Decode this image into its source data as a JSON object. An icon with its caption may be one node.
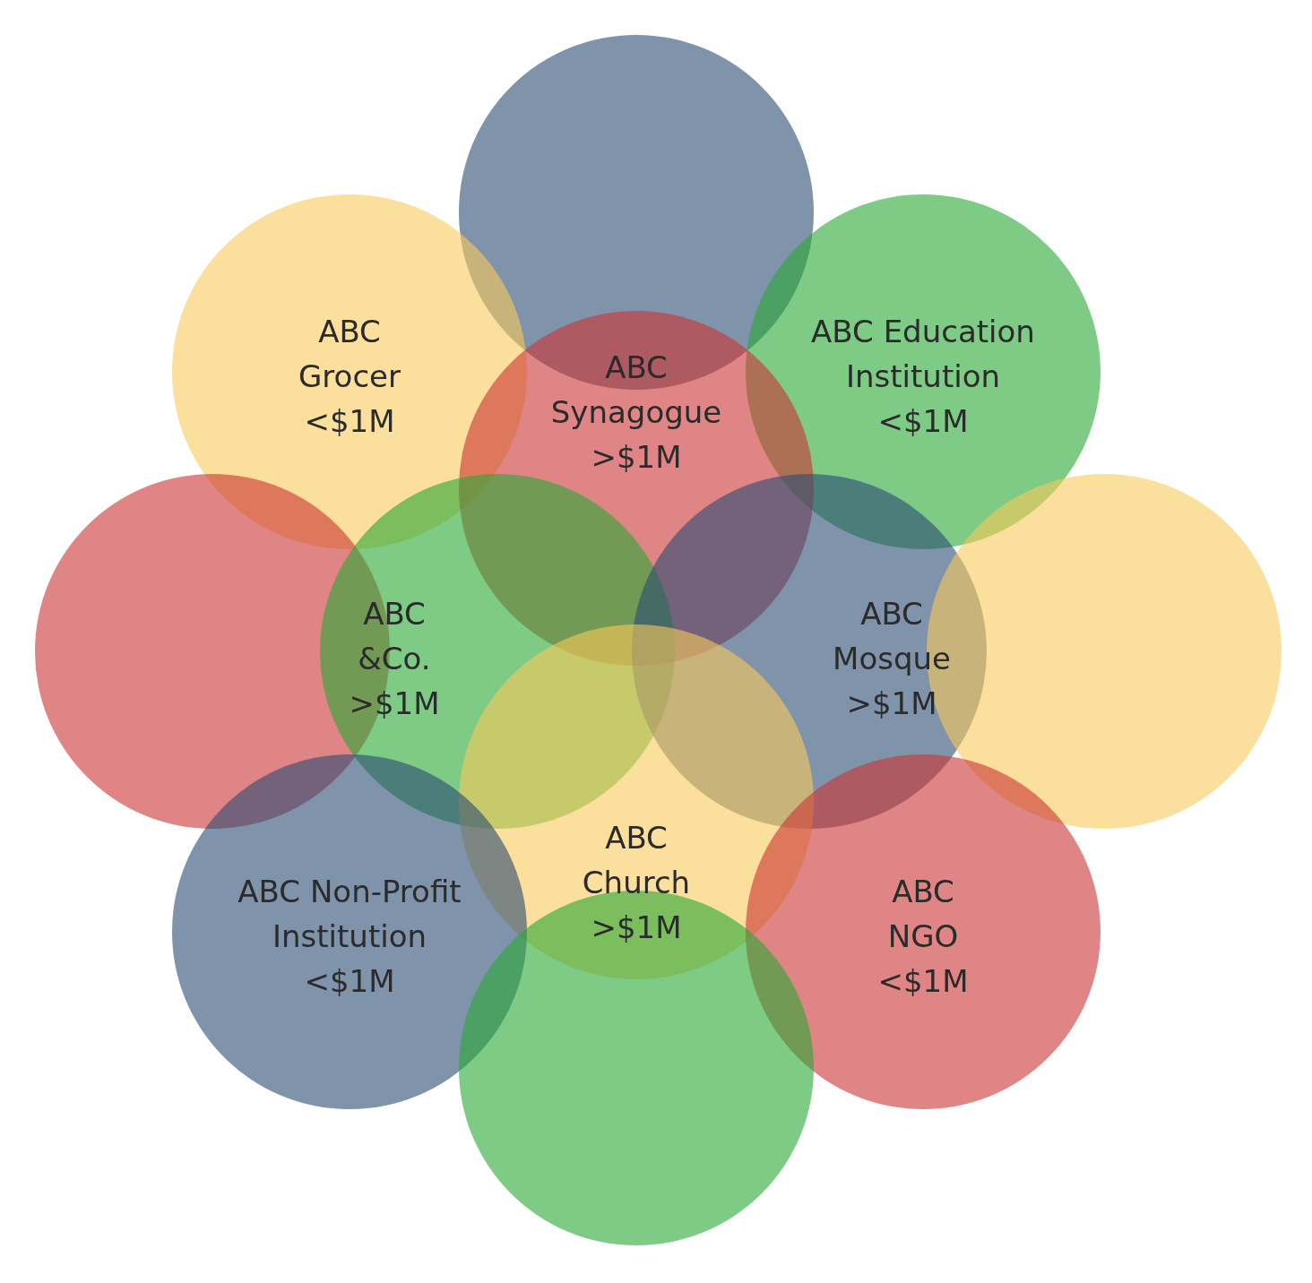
{
  "diagram": {
    "nodes": [
      {
        "text": [],
        "shape": "circle"
      },
      {
        "text": [
          "ABC Grocer",
          "<$1M"
        ]
      },
      {
        "text": [
          "ABC Education Institution",
          "<$1M"
        ]
      },
      {
        "text": [
          "ABC Synagogue",
          ">$1M"
        ]
      },
      {
        "text": [],
        "shape": "circle"
      },
      {
        "text": [
          "ABC &Co.",
          ">$1M"
        ]
      },
      {
        "text": [
          "ABC Mosque",
          ">$1M"
        ]
      },
      {
        "text": [],
        "shape": "circle"
      },
      {
        "text": [
          "ABC Church",
          ">$1M"
        ]
      },
      {
        "text": [
          "ABC Non-Profit Institution",
          "<$1M"
        ]
      },
      {
        "text": [
          "ABC NGO",
          "<$1M"
        ]
      },
      {
        "text": [],
        "shape": "circle"
      }
    ]
  }
}
